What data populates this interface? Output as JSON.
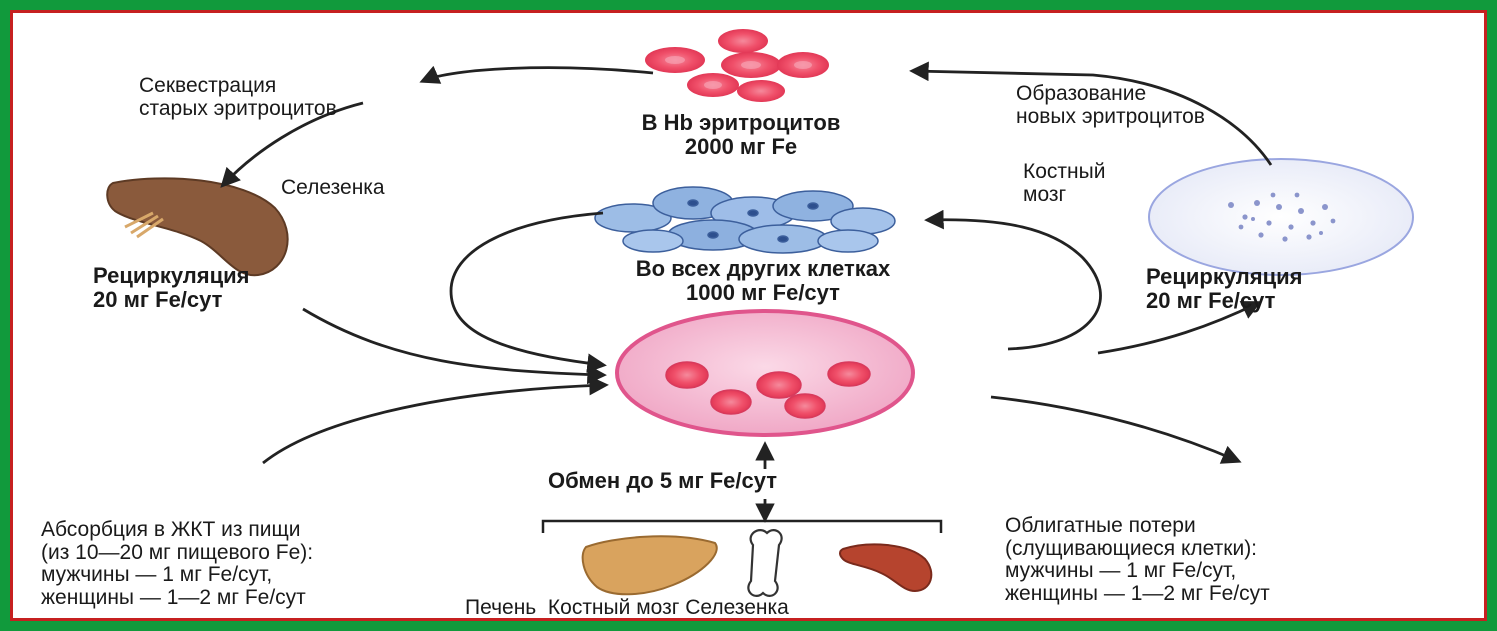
{
  "colors": {
    "frame": "#119a3c",
    "border": "#c62020",
    "erythrocyte": "#f0506a",
    "cell_blue": "#7ea6d8",
    "central_cell": "#f2b6cf",
    "spleen": "#8a5a3c",
    "liver": "#d9a35e",
    "marrow": "#9aa6e0"
  },
  "top": {
    "sequestration": [
      "Секвестрация",
      "старых эритроцитов"
    ],
    "hb_pool": [
      "В Hb эритроцитов",
      "2000 мг Fe"
    ],
    "formation": [
      "Образование",
      "новых эритроцитов"
    ]
  },
  "left": {
    "spleen_label": "Селезенка",
    "recirculation": [
      "Рециркуляция",
      "20 мг Fe/сут"
    ]
  },
  "right": {
    "marrow_label": [
      "Костный",
      "мозг"
    ],
    "recirculation": [
      "Рециркуляция",
      "20 мг Fe/сут"
    ]
  },
  "center": {
    "other_cells": [
      "Во всех других клетках",
      "1000 мг Fe/сут"
    ],
    "exchange": "Обмен до 5 мг Fe/сут"
  },
  "bottom": {
    "absorption": [
      "Абсорбция в ЖКТ из пищи",
      "(из 10—20 мг пищевого Fe):",
      "мужчины — 1 мг Fe/сут,",
      "женщины — 1—2 мг Fe/сут"
    ],
    "losses": [
      "Облигатные потери",
      "(слущивающиеся клетки):",
      "мужчины — 1 мг Fe/сут,",
      "женщины — 1—2 мг Fe/сут"
    ],
    "stores_caption": "Печень  Костный мозг Селезенка"
  }
}
